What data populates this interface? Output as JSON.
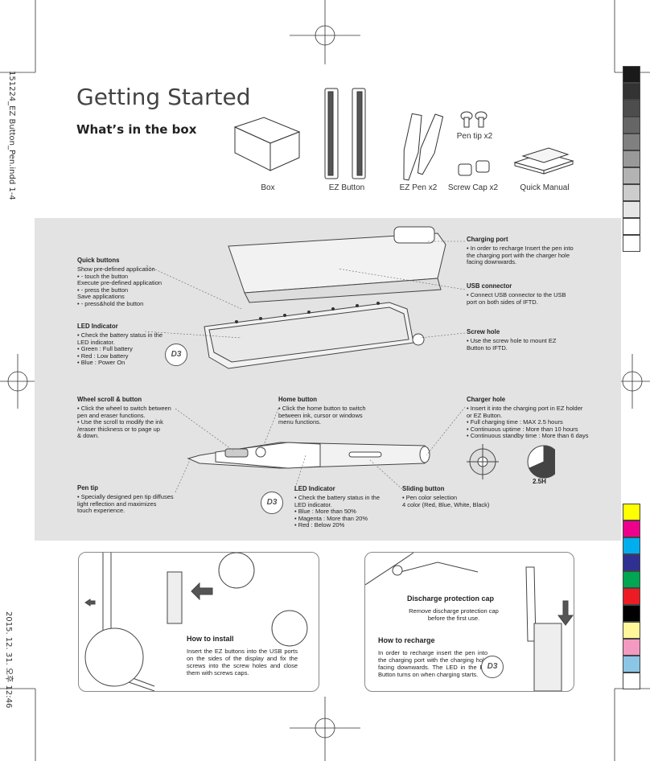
{
  "side_left_top": "151224_EZ Button_Pen.indd   1-4",
  "side_left_bottom": "2015. 12. 31.   오후 12:46",
  "title": "Getting Started",
  "subtitle": "What’s in the box",
  "box_items": [
    {
      "label": "Box"
    },
    {
      "label": "EZ Button"
    },
    {
      "label": "EZ Pen x2"
    },
    {
      "label": "Pen tip x2"
    },
    {
      "label": "Screw Cap x2"
    },
    {
      "label": "Quick Manual"
    }
  ],
  "labels": {
    "quick_buttons": {
      "title": "Quick buttons",
      "lines": [
        "Show pre-defined application",
        "• - touch the button",
        "Execute pre-defined application",
        "• - press the button",
        "Save applications",
        "• - press&hold the button"
      ]
    },
    "led_indicator_top": {
      "title": "LED Indicator",
      "lines": [
        "• Check the battery status in the",
        "LED indicator.",
        "• Green  : Full battery",
        "• Red     : Low battery",
        "• Blue    : Power On"
      ]
    },
    "charging_port": {
      "title": "Charging port",
      "lines": [
        "• In order to recharge Insert the pen into",
        "the charging port with the charger hole",
        "facing downwards."
      ]
    },
    "usb_connector": {
      "title": "USB connector",
      "lines": [
        "• Connect USB connector to the USB",
        "port on both sides of IFTD."
      ]
    },
    "screw_hole": {
      "title": "Screw hole",
      "lines": [
        "• Use the screw hole to mount EZ",
        "Button to IFTD."
      ]
    },
    "wheel_scroll": {
      "title": "Wheel scroll & button",
      "lines": [
        "• Click the wheel to switch between",
        "pen and eraser functions.",
        "• Use the scroll to modify the ink",
        "/eraser thickness or to page up",
        "& down."
      ]
    },
    "home_button": {
      "title": "Home button",
      "lines": [
        "• Click the home button to switch",
        "between ink, cursor or windows",
        "menu functions."
      ]
    },
    "charger_hole": {
      "title": "Charger hole",
      "lines": [
        "• Insert it into the charging port in EZ holder",
        "or EZ Button.",
        "• Full charging time : MAX 2.5 hours",
        "• Continuous uptime : More than 10 hours",
        "• Continuous standby time : More than 6 days"
      ]
    },
    "pen_tip": {
      "title": "Pen tip",
      "lines": [
        "• Specially designed pen tip diffuses",
        "light reflection and maximizes",
        "touch experience."
      ]
    },
    "led_indicator_pen": {
      "title": "LED Indicator",
      "lines": [
        "• Check the battery status in the",
        "LED indicator.",
        "• Blue       : More than 50%",
        "• Magenta  : More than 20%",
        "• Red        : Below 20%"
      ]
    },
    "sliding_button": {
      "title": "Sliding button",
      "lines": [
        "• Pen color selection",
        "4 color (Red, Blue, White, Black)"
      ]
    }
  },
  "charge_time": "2.5H",
  "logo_text": "D3",
  "install": {
    "title": "How to install",
    "body": "Insert the EZ buttons into the USB ports on the sides of the display and fix the screws into the screw holes and close them with screws caps."
  },
  "discharge": {
    "title": "Discharge protection cap",
    "body": "Remove discharge protection cap before the first use."
  },
  "recharge": {
    "title": "How to recharge",
    "body": "In order to recharge insert the pen into the charging port with the charging hole facing downwards. The LED in the EZ Button turns on when charging starts."
  },
  "colors": {
    "panel": "#e3e3e3",
    "grays": [
      "#1a1a1a",
      "#333333",
      "#4d4d4d",
      "#666666",
      "#808080",
      "#999999",
      "#b3b3b3",
      "#cccccc",
      "#e6e6e6",
      "#ffffff"
    ],
    "process": [
      "#ffff00",
      "#ec008c",
      "#00aeef",
      "#2e3192",
      "#00a651",
      "#ed1c24",
      "#000000",
      "#fff799",
      "#f49ac1",
      "#8cc6e7"
    ]
  }
}
